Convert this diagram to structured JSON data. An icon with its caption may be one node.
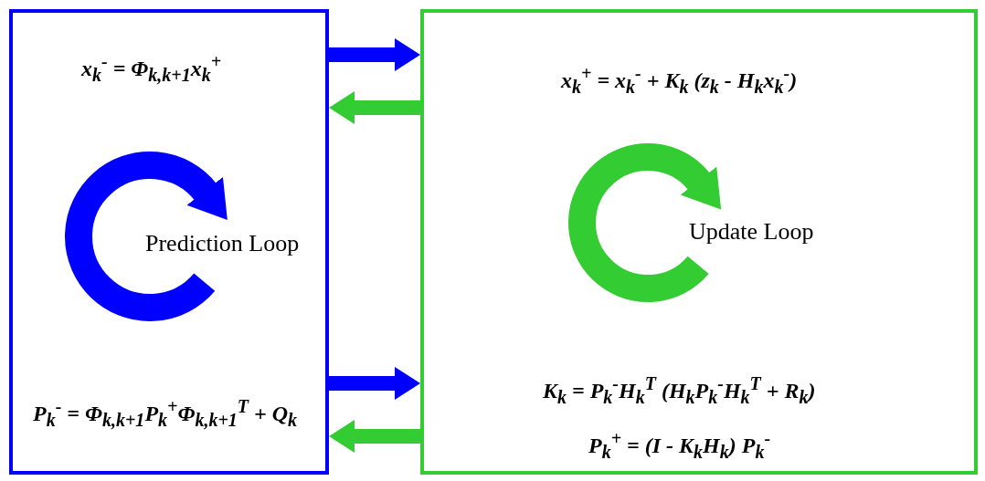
{
  "diagram": {
    "nodes": [
      {
        "text": [
          "x$_{k}$$^{-}$ = Φ$_{k,k+1}$x$_{k}$$^{+}$",
          "Prediction Loop",
          "P$_{k}$$^{-}$ = Φ$_{k,k+1}$P$_{k}$$^{+}$Φ$_{k,k+1}$$^{T}$ + Q$_{k}$"
        ]
      },
      {
        "text": [
          "x$_{k}$$^{+}$ = x$_{k}$$^{-}$ + K$_{k}$ (z$_{k}$ - H$_{k}$x$_{k}$$^{-}$)",
          "Update Loop",
          "K$_{k}$ = P$_{k}$$^{-}$H$_{k}$$^{T}$ (H$_{k}$P$_{k}$$^{-}$H$_{k}$$^{T}$ + R$_{k}$)",
          "P$_{k}$$^{+}$ = (I - K$_{k}$H$_{k}$) P$_{k}$$^{-}$"
        ]
      }
    ],
    "edges": [
      {
        "from": 0,
        "to": 1,
        "arrow": "to",
        "color": "#0000ff"
      },
      {
        "from": 1,
        "to": 0,
        "arrow": "to",
        "color": "#33cc33"
      },
      {
        "from": 0,
        "to": 1,
        "arrow": "to",
        "color": "#0000ff"
      },
      {
        "from": 1,
        "to": 0,
        "arrow": "to",
        "color": "#33cc33"
      }
    ]
  }
}
